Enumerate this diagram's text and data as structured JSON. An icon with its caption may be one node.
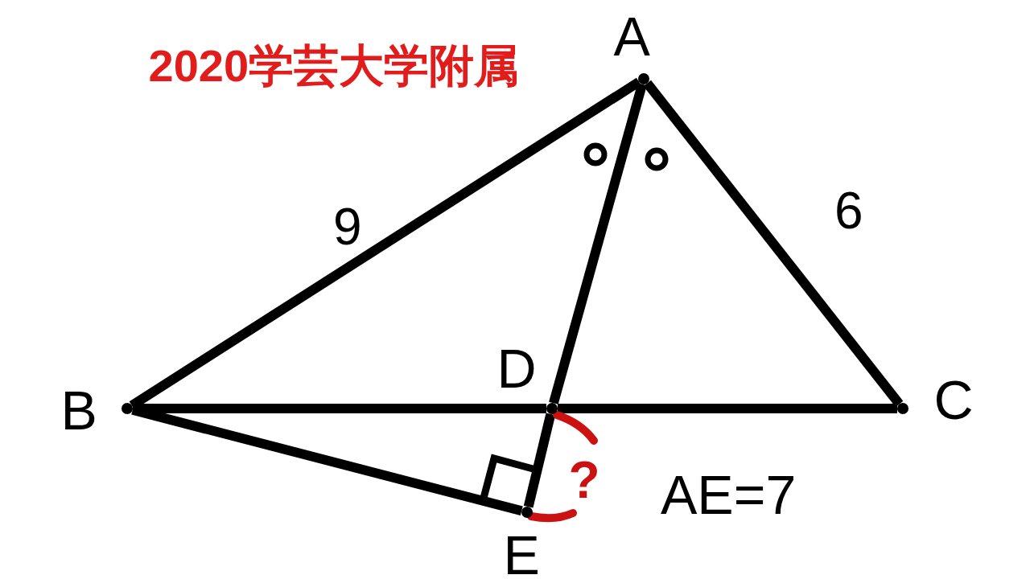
{
  "diagram": {
    "title": "2020学芸大学附属",
    "nodes": [
      {
        "text": [],
        "shape": "point",
        "beside": [
          "A"
        ]
      },
      {
        "text": [],
        "shape": "point",
        "beside": [
          "B"
        ]
      },
      {
        "text": [],
        "shape": "point",
        "beside": [
          "C"
        ]
      },
      {
        "text": [],
        "shape": "point",
        "beside": [
          "D"
        ]
      },
      {
        "text": [],
        "shape": "point",
        "beside": [
          "E"
        ]
      }
    ],
    "edges": [
      {
        "from": 0,
        "to": 1,
        "arrow": "none",
        "label": "9"
      },
      {
        "from": 0,
        "to": 2,
        "arrow": "none",
        "label": "6"
      },
      {
        "from": 1,
        "to": 3,
        "arrow": "none"
      },
      {
        "from": 3,
        "to": 2,
        "arrow": "none"
      },
      {
        "from": 0,
        "to": 3,
        "arrow": "none"
      },
      {
        "from": 3,
        "to": 4,
        "arrow": "none"
      },
      {
        "from": 1,
        "to": 4,
        "arrow": "none"
      }
    ],
    "labels": [
      "?",
      "AE=7"
    ]
  }
}
